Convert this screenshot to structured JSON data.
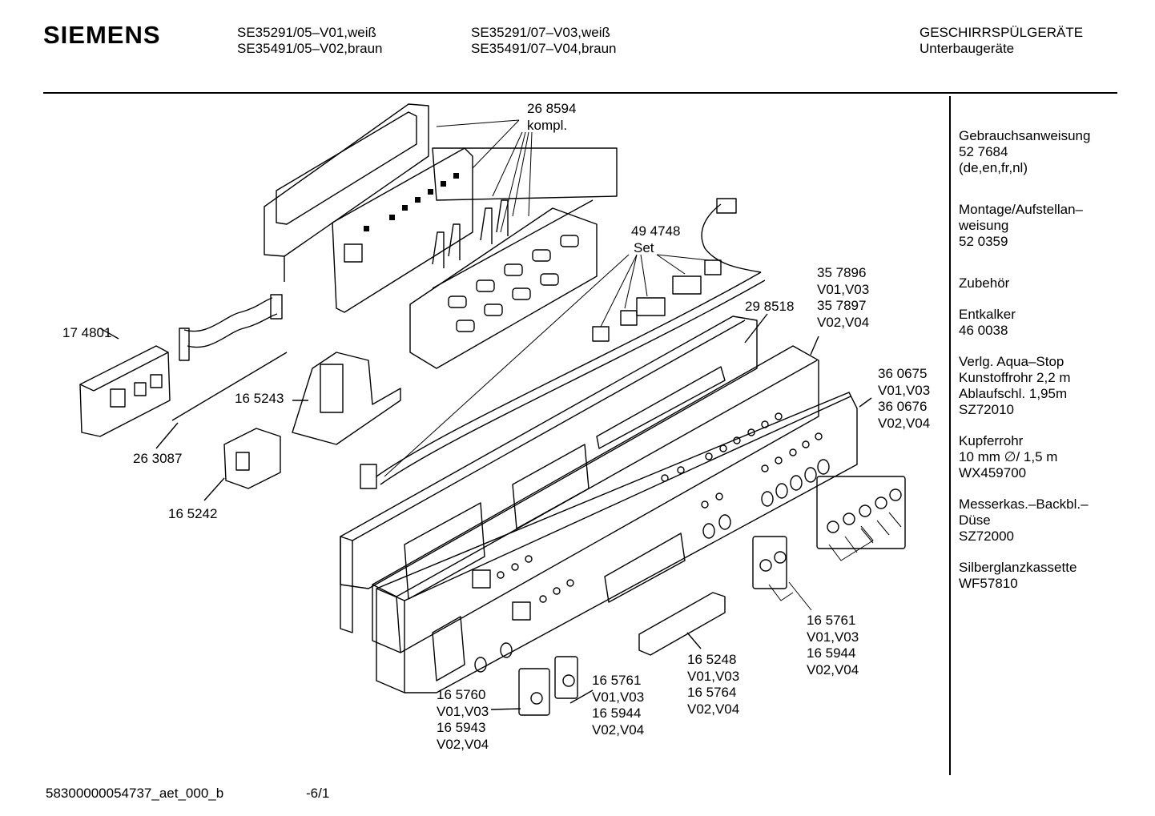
{
  "header": {
    "brand": "SIEMENS",
    "models_col1": [
      "SE35291/05–V01,weiß",
      "SE35491/05–V02,braun"
    ],
    "models_col2": [
      "SE35291/07–V03,weiß",
      "SE35491/07–V04,braun"
    ],
    "category": [
      "GESCHIRRSPÜLGERÄTE",
      "Unterbaugeräte"
    ]
  },
  "sidebar": {
    "groups": [
      [
        "Gebrauchsanweisung",
        "52 7684",
        "(de,en,fr,nl)"
      ],
      [
        "Montage/Aufstellan–",
        "weisung",
        "52 0359"
      ],
      [
        "Zubehör"
      ],
      [
        "Entkalker",
        "46 0038"
      ],
      [
        "Verlg. Aqua–Stop",
        "Kunstoffrohr 2,2 m",
        "Ablaufschl. 1,95m",
        "SZ72010"
      ],
      [
        "Kupferrohr",
        "10 mm ∅/ 1,5 m",
        "WX459700"
      ],
      [
        "Messerkas.–Backbl.–",
        "Düse",
        "SZ72000"
      ],
      [
        "Silberglanzkassette",
        "WF57810"
      ]
    ]
  },
  "parts": {
    "p268594": [
      "26 8594",
      "kompl."
    ],
    "p494748": [
      "49 4748",
      "Set"
    ],
    "p174801": [
      "17 4801"
    ],
    "p298518": [
      "29 8518"
    ],
    "p357896": [
      "35 7896",
      "V01,V03",
      "35 7897",
      "V02,V04"
    ],
    "p165243": [
      "16 5243"
    ],
    "p360675": [
      "36 0675",
      "V01,V03",
      "36 0676",
      "V02,V04"
    ],
    "p263087": [
      "26 3087"
    ],
    "p165242": [
      "16 5242"
    ],
    "p165761_right": [
      "16 5761",
      "V01,V03",
      "16 5944",
      "V02,V04"
    ],
    "p165248": [
      "16 5248",
      "V01,V03",
      "16 5764",
      "V02,V04"
    ],
    "p165761_bottom": [
      "16 5761",
      "V01,V03",
      "16 5944",
      "V02,V04"
    ],
    "p165760": [
      "16 5760",
      "V01,V03",
      "16 5943",
      "V02,V04"
    ]
  },
  "footer": {
    "doc_id": "58300000054737_aet_000_b",
    "page": "-6/1"
  }
}
